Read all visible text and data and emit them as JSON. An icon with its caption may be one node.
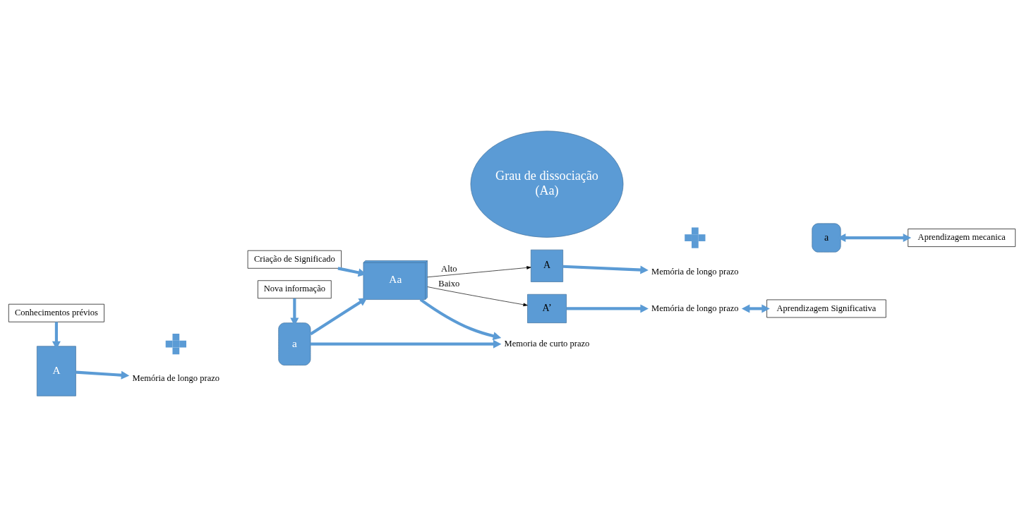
{
  "diagram": {
    "nodes": [
      {
        "text": [
          "Conhecimentos prévios"
        ]
      },
      {
        "text": [
          "Nova informação"
        ]
      },
      {
        "text": [
          "Criação de Significado"
        ]
      },
      {
        "text": [
          "A"
        ]
      },
      {
        "text": [],
        "shape": "plus"
      },
      {
        "text": [
          "a"
        ]
      },
      {
        "text": [
          "Aa"
        ]
      },
      {
        "text": [
          "Grau de dissociação",
          "(Aa)"
        ]
      },
      {
        "text": [
          "A"
        ]
      },
      {
        "text": [],
        "shape": "plus"
      },
      {
        "text": [
          "a"
        ]
      },
      {
        "text": [
          "Aprendizagem mecanica"
        ]
      },
      {
        "text": [
          "Memória de longo prazo"
        ]
      },
      {
        "text": [
          "A’"
        ]
      },
      {
        "text": [
          "Memória de longo prazo"
        ]
      },
      {
        "text": [
          "Aprendizagem Significativa"
        ]
      },
      {
        "text": [
          "Memória de longo prazo"
        ]
      },
      {
        "text": [
          "Memoria de curto prazo"
        ]
      }
    ],
    "edges": [
      {
        "from": 0,
        "to": 3,
        "arrow": "to"
      },
      {
        "from": 1,
        "to": 5,
        "arrow": "to"
      },
      {
        "from": 2,
        "to": 6,
        "arrow": "to"
      },
      {
        "from": 5,
        "to": 6,
        "arrow": "to"
      },
      {
        "from": 3,
        "to": 16,
        "arrow": "to"
      },
      {
        "from": 5,
        "to": 17,
        "arrow": "to"
      },
      {
        "from": 6,
        "to": 17,
        "arrow": "to"
      },
      {
        "from": 6,
        "to": 8,
        "arrow": "to",
        "label": "Alto",
        "color": "#000000"
      },
      {
        "from": 6,
        "to": 13,
        "arrow": "to",
        "label": "Baixo",
        "color": "#000000"
      },
      {
        "from": 10,
        "to": 11,
        "arrow": "both"
      },
      {
        "from": 8,
        "to": 12,
        "arrow": "to"
      },
      {
        "from": 13,
        "to": 14,
        "arrow": "to"
      },
      {
        "from": 14,
        "to": 15,
        "arrow": "both"
      }
    ]
  }
}
